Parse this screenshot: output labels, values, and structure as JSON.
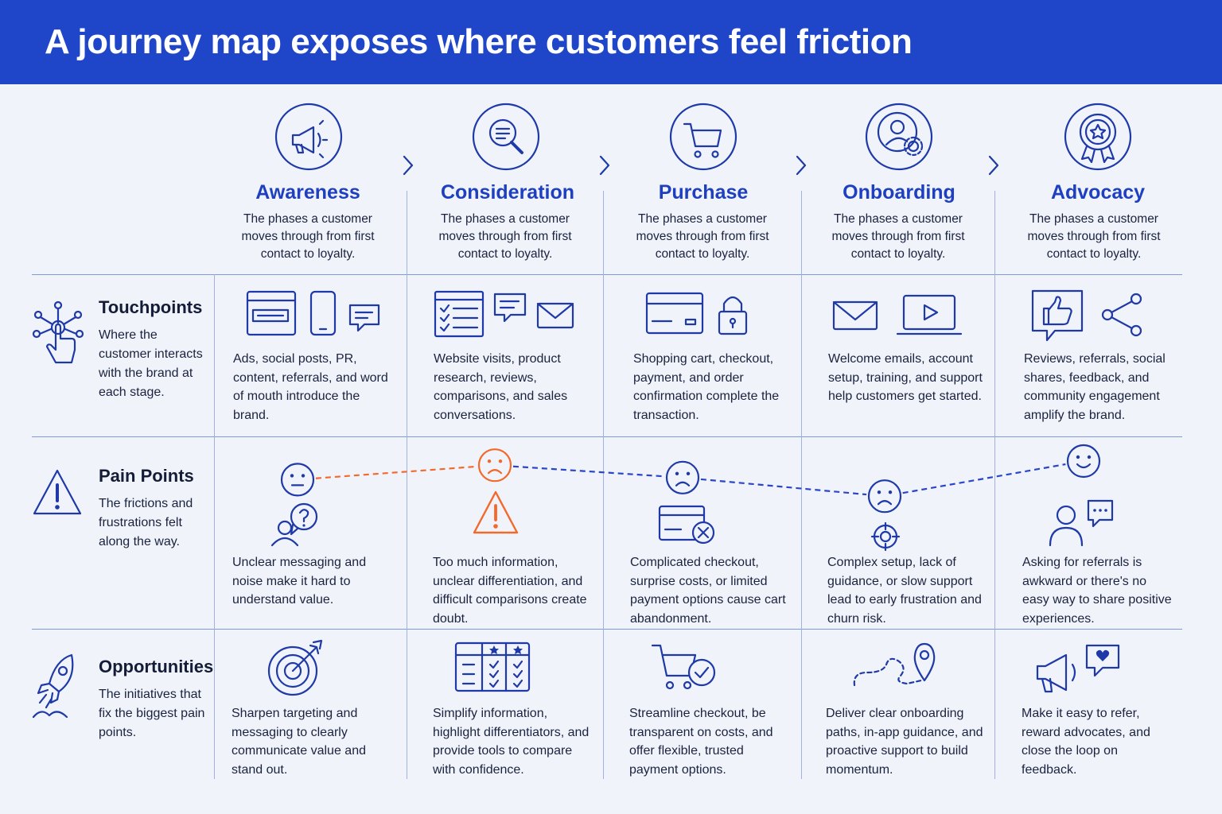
{
  "title": "A journey map exposes where customers feel friction",
  "colors": {
    "header_bg": "#1f46c9",
    "accent": "#1e3fbf",
    "line": "#2a45c8",
    "highlight": "#f2692a",
    "background": "#f0f4fa"
  },
  "stages": [
    {
      "name": "Awareness",
      "description": "The phases a customer moves through from first contact to loyalty.",
      "icon": "megaphone-icon"
    },
    {
      "name": "Consideration",
      "description": "The phases a customer moves through from first contact to loyalty.",
      "icon": "magnifier-icon"
    },
    {
      "name": "Purchase",
      "description": "The phases a customer moves through from first contact to loyalty.",
      "icon": "cart-icon"
    },
    {
      "name": "Onboarding",
      "description": "The phases a customer moves through from first contact to loyalty.",
      "icon": "user-gear-icon"
    },
    {
      "name": "Advocacy",
      "description": "The phases a customer moves through from first contact to loyalty.",
      "icon": "award-badge-icon"
    }
  ],
  "rows": {
    "touchpoints": {
      "title": "Touchpoints",
      "description": "Where the customer interacts with the brand at each stage.",
      "cells": [
        "Ads, social posts, PR, content, referrals, and word of mouth introduce the brand.",
        "Website visits, product research, reviews, comparisons, and sales conversations.",
        "Shopping cart, checkout, payment, and order confirmation complete the transaction.",
        "Welcome emails, account setup, training, and support help customers get started.",
        "Reviews, referrals, social shares, feedback, and community engagement amplify the brand."
      ]
    },
    "pain_points": {
      "title": "Pain Points",
      "description": "The frictions and frustrations felt along the way.",
      "cells": [
        "Unclear messaging and noise make it hard to understand value.",
        "Too much information, unclear differentiation, and difficult comparisons create doubt.",
        "Complicated checkout, surprise costs, or limited payment options cause cart abandonment.",
        "Complex setup, lack of guidance, or slow support lead to early frustration and churn risk.",
        "Asking for referrals is awkward or there's no easy way to share positive experiences."
      ]
    },
    "opportunities": {
      "title": "Opportunities",
      "description": "The initiatives that fix the biggest pain points.",
      "cells": [
        "Sharpen targeting and messaging to clearly communicate value and stand out.",
        "Simplify information, highlight differentiators, and provide tools to compare with confidence.",
        "Streamline checkout, be transparent on costs, and offer flexible, trusted payment options.",
        "Deliver clear onboarding paths, in-app guidance, and proactive support to build momentum.",
        "Make it easy to refer, reward advocates, and close the loop on feedback."
      ]
    }
  },
  "emotion_curve": {
    "faces": [
      "neutral",
      "sad",
      "sad",
      "sad",
      "happy"
    ],
    "levels": [
      0.55,
      0.9,
      0.6,
      0.15,
      1.0
    ],
    "highlight_stage": 1
  }
}
